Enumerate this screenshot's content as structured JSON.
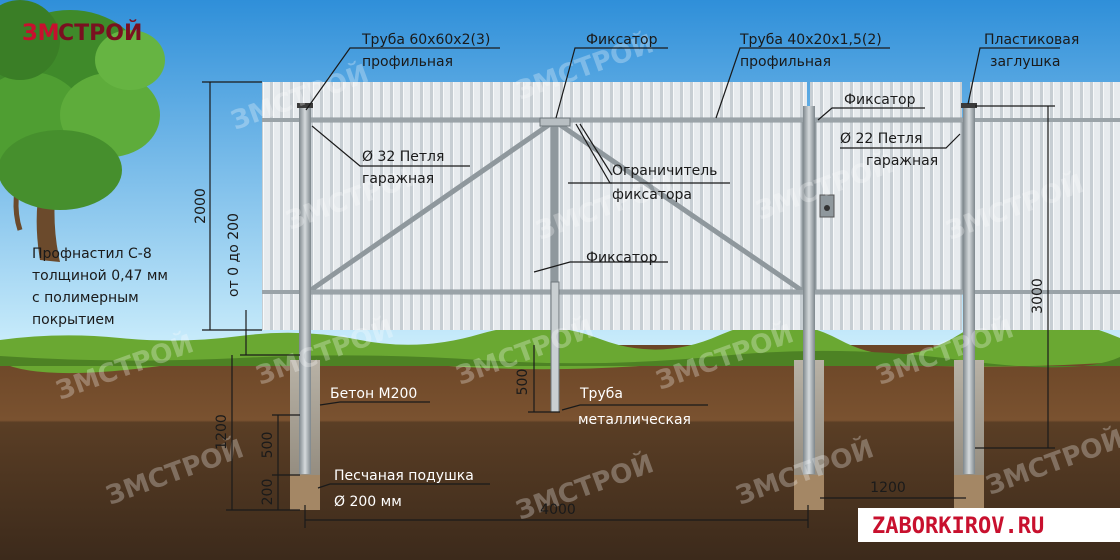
{
  "brand": {
    "part1": "ЗМ",
    "part2": "СТРОЙ"
  },
  "website": "ZABORKIROV.RU",
  "watermark": "ЗМСТРОЙ",
  "labels": {
    "post_pipe_line1": "Труба 60х60х2(3)",
    "post_pipe_line2": "профильная",
    "latch_top": "Фиксатор",
    "frame_pipe_line1": "Труба 40х20х1,5(2)",
    "frame_pipe_line2": "профильная",
    "plastic_cap_line1": "Пластиковая",
    "plastic_cap_line2": "заглушка",
    "latch_wicket": "Фиксатор",
    "hinge32_line1": "Ø 32 Петля",
    "hinge32_line2": "гаражная",
    "limiter_line1": "Ограничитель",
    "limiter_line2": "фиксатора",
    "hinge22_line1": "Ø 22 Петля",
    "hinge22_line2": "гаражная",
    "latch_bottom": "Фиксатор",
    "sheet_line1": "Профнастил С-8",
    "sheet_line2": "толщиной 0,47 мм",
    "sheet_line3": "с полимерным",
    "sheet_line4": "покрытием",
    "concrete": "Бетон М200",
    "metal_pipe_line1": "Труба",
    "metal_pipe_line2": "металлическая",
    "sand_line1": "Песчаная подушка",
    "sand_line2": "Ø 200 мм"
  },
  "dimensions": {
    "gate_height": "2000",
    "ground_gap": "от 0 до 200",
    "post_height": "3000",
    "post_depth": "1200",
    "concrete_depth": "500",
    "sand_depth": "200",
    "rod_depth": "500",
    "gate_width": "4000",
    "wicket_width": "1200"
  },
  "colors": {
    "sky_top": "#2f8fd9",
    "sky_bottom": "#bfe6fb",
    "grass": "#6aa832",
    "soil": "#6b4a2c",
    "sheet": "#e4e8eb",
    "steel": "#9aa3a8",
    "brand_red": "#c8102e"
  }
}
